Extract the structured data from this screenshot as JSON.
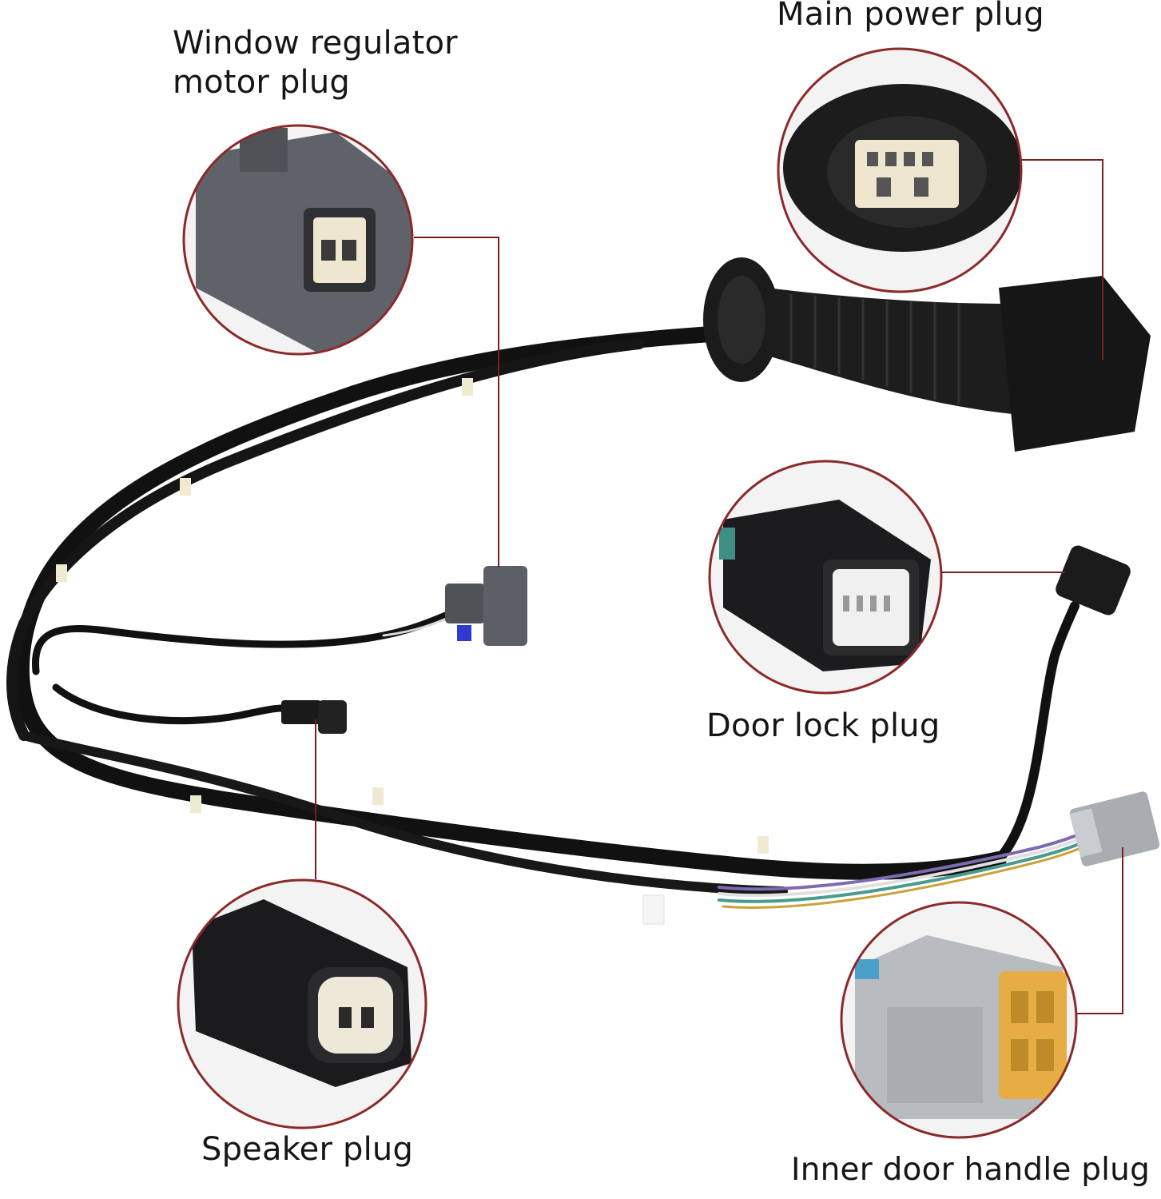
{
  "callouts": {
    "window_regulator": {
      "line1": "Window regulator",
      "line2": "motor plug"
    },
    "main_power": {
      "label": "Main power plug"
    },
    "door_lock": {
      "label": "Door lock plug"
    },
    "speaker": {
      "label": "Speaker plug"
    },
    "inner_door_handle": {
      "label": "Inner door handle plug"
    }
  },
  "colors": {
    "callout_ring": "#8b2a2a",
    "leader_line": "#7a1f1f",
    "harness": "#111111",
    "connector_gray": "#5f6268",
    "connector_black": "#1c1c1e",
    "connector_light_gray": "#b8bbbf",
    "terminal_cream": "#efe6cf",
    "latch_yellow": "#e5ad44"
  }
}
